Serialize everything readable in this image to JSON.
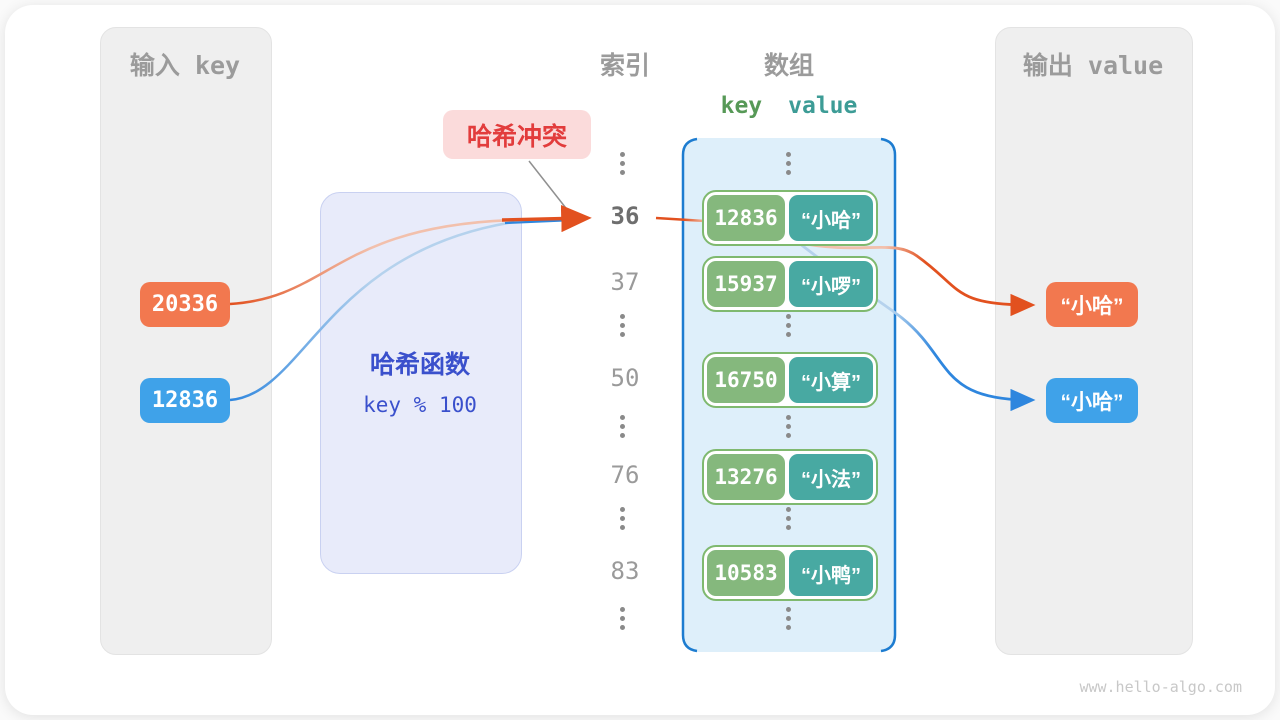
{
  "input_panel": {
    "title": "输入 key",
    "keys": [
      {
        "value": "20336",
        "color": "#f2784f"
      },
      {
        "value": "12836",
        "color": "#3fa2e9"
      }
    ]
  },
  "hash_function": {
    "title": "哈希函数",
    "formula": "key % 100"
  },
  "collision_label": {
    "text": "哈希冲突"
  },
  "index_column": {
    "title": "索引",
    "values": [
      "36",
      "37",
      "50",
      "76",
      "83"
    ],
    "highlighted": "36"
  },
  "array_panel": {
    "title": "数组",
    "key_header": "key",
    "value_header": "value",
    "entries": [
      {
        "key": "12836",
        "value": "“小哈”"
      },
      {
        "key": "15937",
        "value": "“小啰”"
      },
      {
        "key": "16750",
        "value": "“小算”"
      },
      {
        "key": "13276",
        "value": "“小法”"
      },
      {
        "key": "10583",
        "value": "“小鸭”"
      }
    ]
  },
  "output_panel": {
    "title": "输出 value",
    "values": [
      {
        "text": "“小哈”",
        "color": "#f2784f"
      },
      {
        "text": "“小哈”",
        "color": "#3fa2e9"
      }
    ]
  },
  "colors": {
    "orange": "#e2511f",
    "orange_light": "#f2c0ac",
    "blue": "#2e86de",
    "blue_light": "#b5d2ed",
    "array_border": "#1d7cd0",
    "key_green": "#85b87d",
    "value_teal": "#48a9a2"
  },
  "watermark": "www.hello-algo.com"
}
